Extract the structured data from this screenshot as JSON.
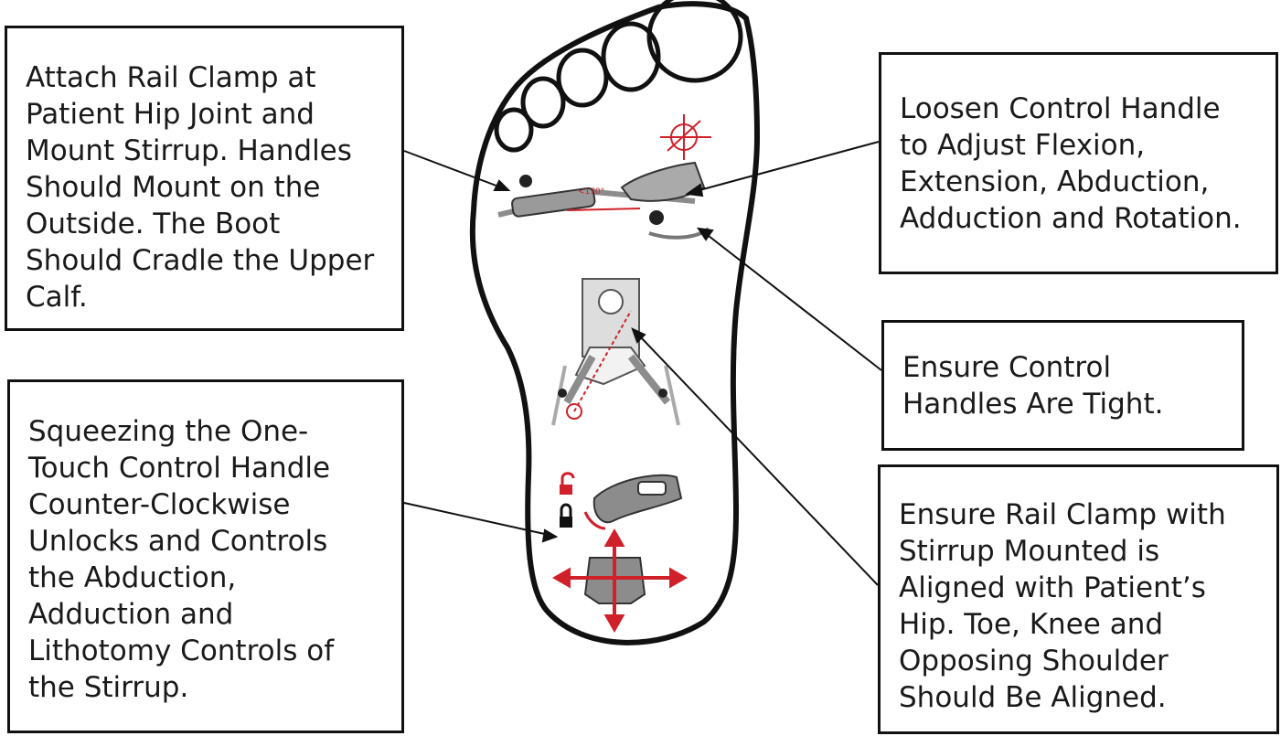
{
  "callouts": {
    "rail_clamp": "Attach Rail Clamp at Patient Hip Joint and Mount Stirrup. Handles Should Mount on the Outside. The Boot Should Cradle the Upper Calf.",
    "loosen_handle": "Loosen Control Handle to Adjust Flexion, Extension, Abduction, Adduction and Rotation.",
    "tight_handles": "Ensure Control Handles Are Tight.",
    "one_touch": "Squeezing the One-Touch Control Handle Counter-Clockwise Unlocks and Controls the Abduction, Adduction and Lithotomy Controls of the Stirrup.",
    "alignment": "Ensure Rail Clamp with Stirrup Mounted is Aligned with Patient’s Hip. Toe, Knee and Opposing Shoulder Should Be Aligned."
  },
  "colors": {
    "outline": "#111111",
    "accent_red": "#d0202a",
    "device_gray": "#8c8c8c",
    "light_gray": "#cfcfcf"
  },
  "illustration": {
    "rail_angle_label": "<170°"
  },
  "icons": [
    "foot-outline",
    "stirrup-rail-clamp",
    "patient-alignment-figure",
    "unlock-icon",
    "lock-icon",
    "boot-handle-icon",
    "direction-arrows-icon"
  ]
}
